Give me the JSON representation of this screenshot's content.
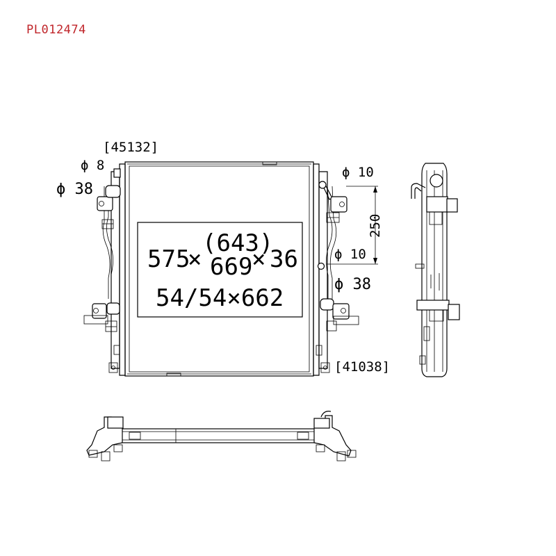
{
  "part_number": "PL012474",
  "colors": {
    "part_number": "#c0262b",
    "line": "#000000"
  },
  "labels": {
    "ref_top": "[45132]",
    "ref_bottom": "[41038]",
    "phi8": "ϕ 8",
    "phi38_left": "ϕ 38",
    "phi10_top": "ϕ 10",
    "phi10_mid": "ϕ 10",
    "phi38_right": "ϕ 38",
    "dim_250": "250"
  },
  "dimensions": {
    "width": "575",
    "height_paren": "(643)",
    "height": "669",
    "times1": "×",
    "times2": "×",
    "depth": "36",
    "core_line": "54/54×662"
  }
}
